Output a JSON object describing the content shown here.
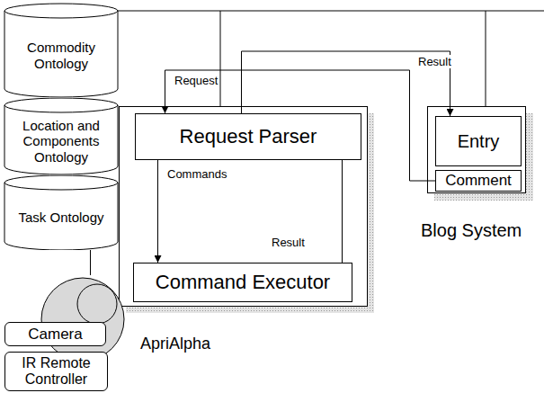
{
  "diagram": {
    "nodes": [
      {
        "text": [
          "Commodity Ontology"
        ]
      },
      {
        "text": [
          "Location and Components Ontology"
        ]
      },
      {
        "text": [
          "Task Ontology"
        ]
      },
      {
        "text": [
          "Request Parser"
        ]
      },
      {
        "text": [
          "Command Executor"
        ]
      },
      {
        "text": [
          "ApriAlpha"
        ]
      },
      {
        "text": [
          "Camera"
        ]
      },
      {
        "text": [
          "IR Remote Controller"
        ]
      },
      {
        "text": [
          "Blog System"
        ]
      },
      {
        "text": [
          "Entry"
        ],
        "in": 8
      },
      {
        "text": [
          "Comment"
        ],
        "in": 8
      }
    ],
    "edges": [
      {
        "from": 10,
        "to": 3,
        "label": "Request",
        "arrow": "to"
      },
      {
        "from": 3,
        "to": 9,
        "label": "Result",
        "arrow": "to"
      },
      {
        "from": 3,
        "to": 4,
        "label": "Commands",
        "arrow": "to"
      },
      {
        "from": 4,
        "to": 3,
        "label": "Result",
        "arrow": "to"
      },
      {
        "from": 2,
        "to": 5,
        "arrow": "none"
      }
    ]
  }
}
